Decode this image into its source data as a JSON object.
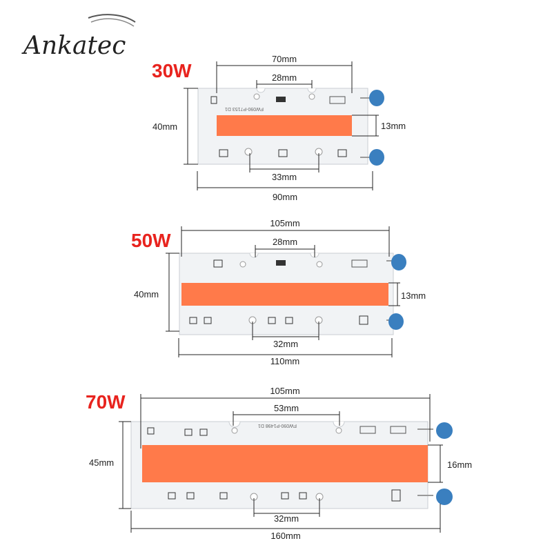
{
  "brand": {
    "name": "Ankatec"
  },
  "colors": {
    "wattage": "#e8231e",
    "led": "#ff7a4a",
    "board": "#f1f3f5",
    "varistor": "#3a7fbf",
    "dim_line": "#222222"
  },
  "modules": [
    {
      "wattage": "30W",
      "top_dims": [
        "70mm",
        "28mm"
      ],
      "bottom_dims": [
        "33mm",
        "90mm"
      ],
      "height_dim": "40mm",
      "led_dim": "13mm",
      "print": "FW090-P7153 D1"
    },
    {
      "wattage": "50W",
      "top_dims": [
        "105mm",
        "28mm"
      ],
      "bottom_dims": [
        "32mm",
        "110mm"
      ],
      "height_dim": "40mm",
      "led_dim": "13mm",
      "print": ""
    },
    {
      "wattage": "70W",
      "top_dims": [
        "105mm",
        "53mm"
      ],
      "bottom_dims": [
        "32mm",
        "160mm"
      ],
      "height_dim": "45mm",
      "led_dim": "16mm",
      "print": "FW090-P1498 D1"
    }
  ]
}
